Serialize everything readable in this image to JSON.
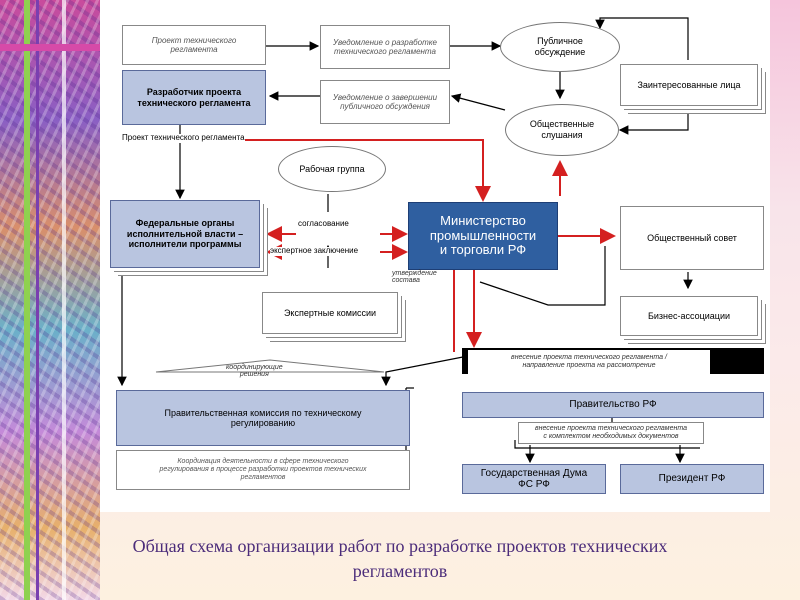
{
  "nodes": {
    "tr_project": "Проект технического\nрегламента",
    "notice_dev": "Уведомление о разработке\nтехнического регламента",
    "public_discussion": "Публичное\nобсуждение",
    "interested": "Заинтересованные лица",
    "developer": "Разработчик проекта\nтехнического регламента",
    "notice_end": "Уведомление о завершении\nпубличного обсуждения",
    "public_hearings": "Общественные\nслушания",
    "work_group": "Рабочая группа",
    "federal": "Федеральные органы\nисполнительной власти –\nисполнители программы",
    "ministry": "Министерство\nпромышленности\nи торговли РФ",
    "public_council": "Общественный совет",
    "expert_commissions": "Экспертные комиссии",
    "business": "Бизнес-ассоциации",
    "gov_commission": "Правительственная комиссия по техническому\nрегулированию",
    "coordination": "Координация деятельности в сфере технического\nрегулирования в процессе разработки проектов технических\nрегламентов",
    "government": "Правительство РФ",
    "duma": "Государственная Дума\nФС РФ",
    "president": "Президент РФ"
  },
  "labels": {
    "tr_project_label": "Проект технического регламента",
    "agreement": "согласование",
    "expert_opinion": "экспертное заключение",
    "approval": "утверждение\nсостава",
    "coordinating": "координирующие\nрешения",
    "submission": "внесение проекта технического регламента /\nнаправление проекта на рассмотрение",
    "submission_docs": "внесение проекта технического регламента\nс комплектом необходимых документов"
  },
  "caption": "Общая схема организации работ по разработке проектов технических\nрегламентов",
  "colors": {
    "accent_red": "#d42020",
    "ministry_blue": "#2f5fa0",
    "box_blue": "#b9c5e0",
    "caption_purple": "#4b2c7a"
  }
}
